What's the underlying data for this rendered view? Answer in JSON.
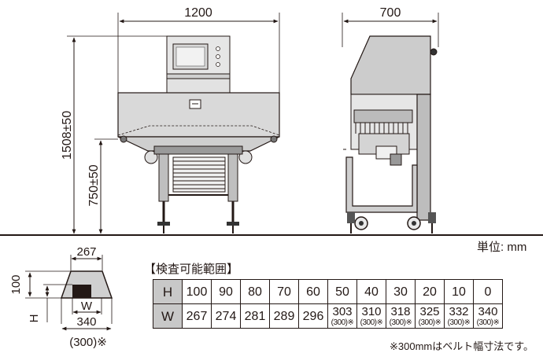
{
  "dimensions": {
    "front_width": "1200",
    "side_depth": "700",
    "total_height": "1508±50",
    "conveyor_height": "750±50",
    "unit": "単位: mm"
  },
  "cross_section": {
    "top_width": "267",
    "height_label": "100",
    "h_label": "H",
    "w_label": "W",
    "bottom_width": "340",
    "bottom_width_alt": "(300)※"
  },
  "range_table": {
    "title": "【検査可能範囲】",
    "h_header": "H",
    "w_header": "W",
    "h_values": [
      "100",
      "90",
      "80",
      "70",
      "60",
      "50",
      "40",
      "30",
      "20",
      "10",
      "0"
    ],
    "w_values": [
      {
        "main": "267",
        "sub": ""
      },
      {
        "main": "274",
        "sub": ""
      },
      {
        "main": "281",
        "sub": ""
      },
      {
        "main": "289",
        "sub": ""
      },
      {
        "main": "296",
        "sub": ""
      },
      {
        "main": "303",
        "sub": "(300)※"
      },
      {
        "main": "310",
        "sub": "(300)※"
      },
      {
        "main": "318",
        "sub": "(300)※"
      },
      {
        "main": "325",
        "sub": "(300)※"
      },
      {
        "main": "332",
        "sub": "(300)※"
      },
      {
        "main": "340",
        "sub": "(300)※"
      }
    ],
    "footnote": "※300mmはベルト幅寸法です。"
  }
}
